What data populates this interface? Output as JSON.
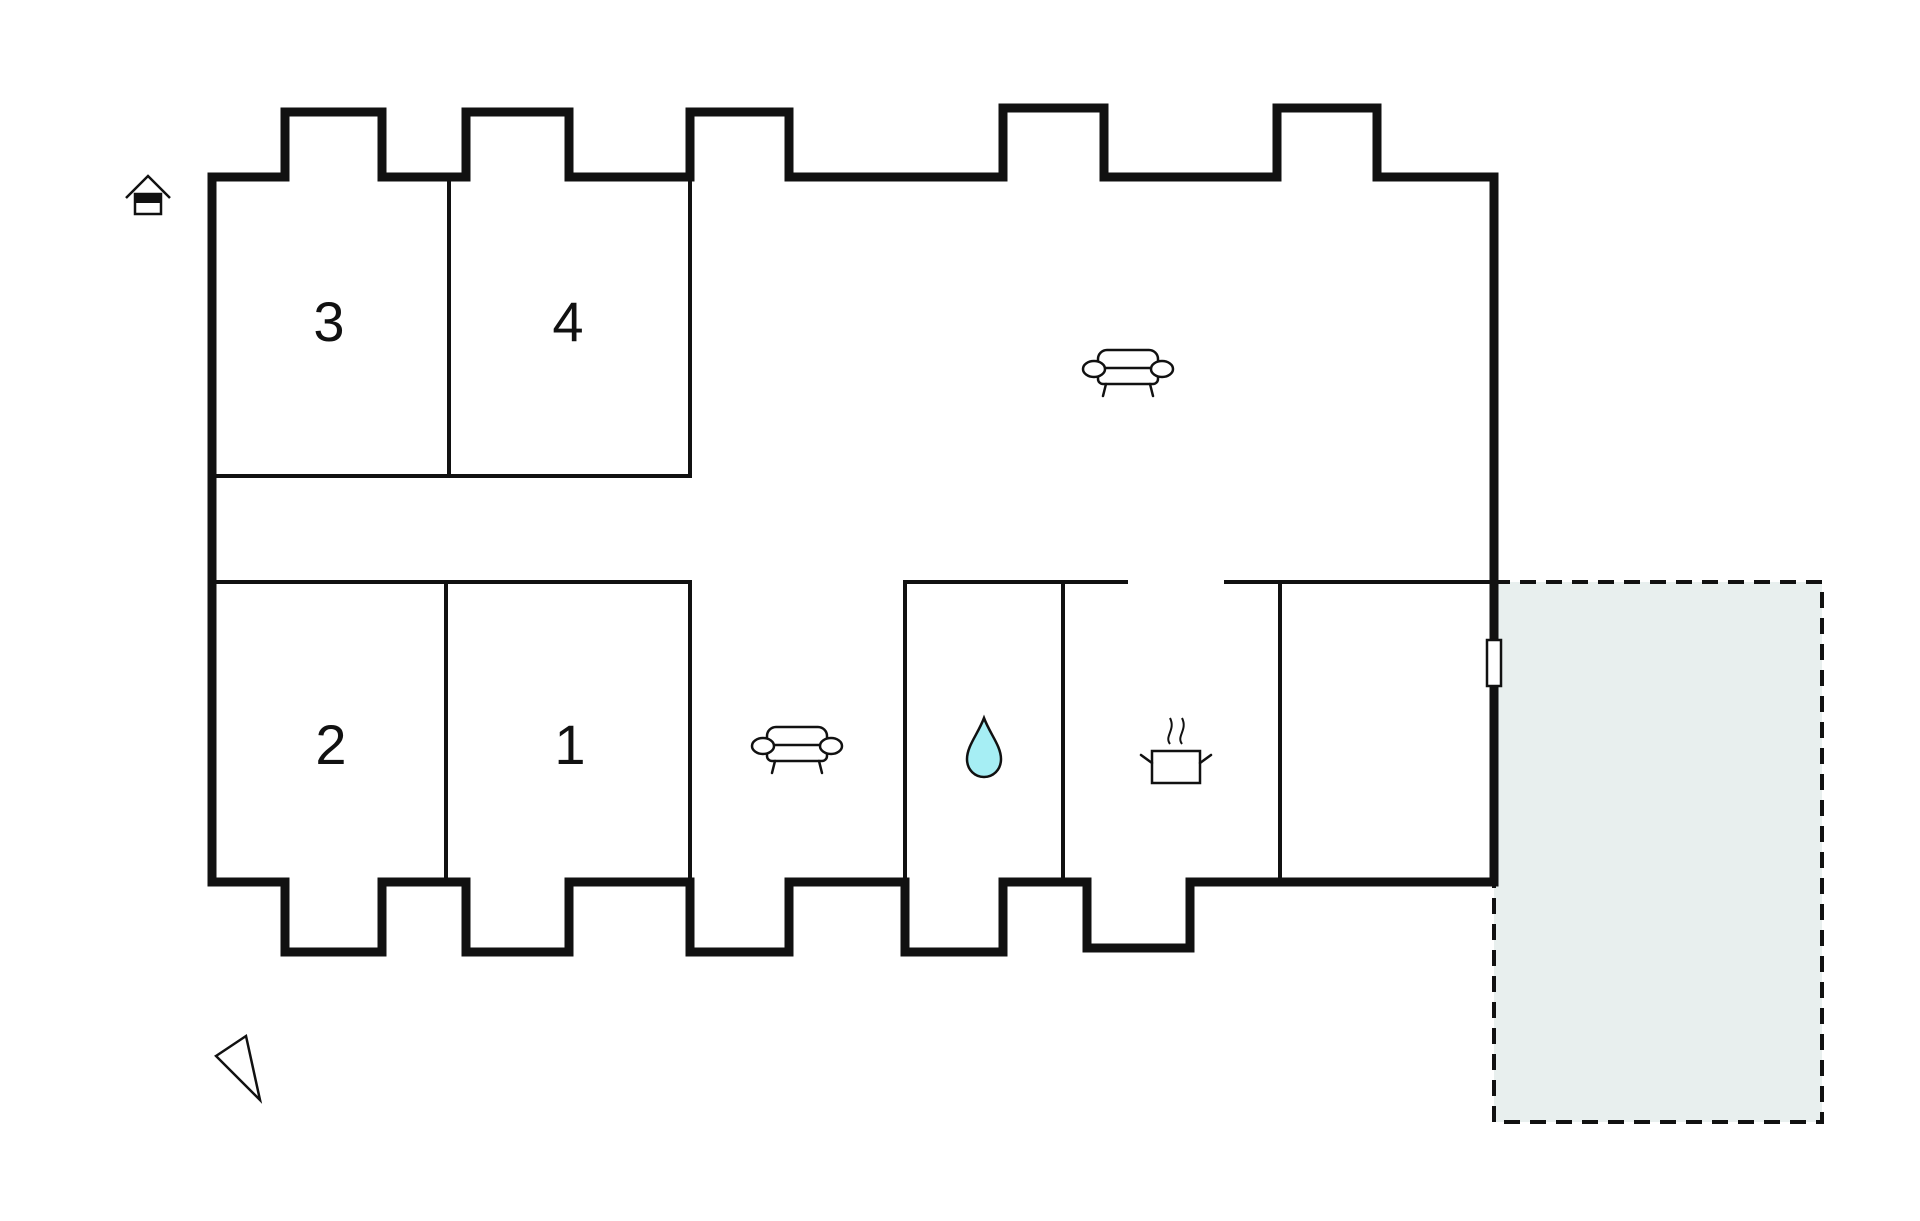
{
  "rooms": {
    "bedroom_1": "1",
    "bedroom_2": "2",
    "bedroom_3": "3",
    "bedroom_4": "4"
  },
  "icons": {
    "entrance": "house-entrance-icon",
    "living_room": "sofa-icon",
    "second_living_room": "sofa-icon",
    "bathroom": "water-drop-icon",
    "kitchen": "cooking-pot-icon",
    "orientation": "north-arrow-icon"
  },
  "colors": {
    "walls": "#111111",
    "terrace_fill": "#e8efee",
    "water_drop": "#a6eef4"
  }
}
